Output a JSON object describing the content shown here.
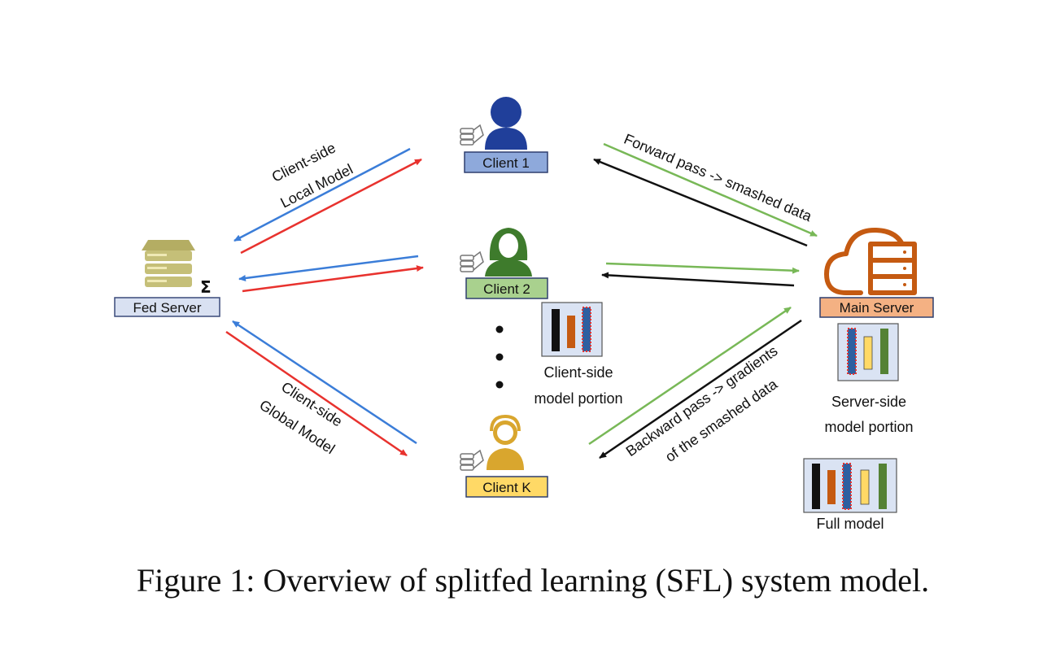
{
  "nodes": {
    "fed_server": "Fed Server",
    "sigma": "Σ",
    "client_1": "Client 1",
    "client_2": "Client 2",
    "client_k": "Client K",
    "main_server": "Main Server"
  },
  "annotations": {
    "local_model_line1": "Client-side",
    "local_model_line2": "Local Model",
    "global_model_line1": "Client-side",
    "global_model_line2": "Global Model",
    "forward_pass": "Forward pass -> smashed data",
    "backward_line1": "Backward pass -> gradients",
    "backward_line2": "of the smashed data",
    "client_portion_line1": "Client-side",
    "client_portion_line2": "model portion",
    "server_portion_line1": "Server-side",
    "server_portion_line2": "model portion",
    "full_model": "Full model"
  },
  "caption": "Figure 1: Overview of splitfed learning (SFL) system model.",
  "colors": {
    "arrow_blue": "#3b7dd8",
    "arrow_red": "#e8322e",
    "arrow_green": "#78b857",
    "arrow_black": "#111111",
    "client1_fill": "#8ea9db",
    "client2_fill": "#a9d18e",
    "clientk_fill": "#ffd966",
    "mainserver_fill": "#f4b183",
    "fedserver_fill": "#d9e1f2"
  }
}
